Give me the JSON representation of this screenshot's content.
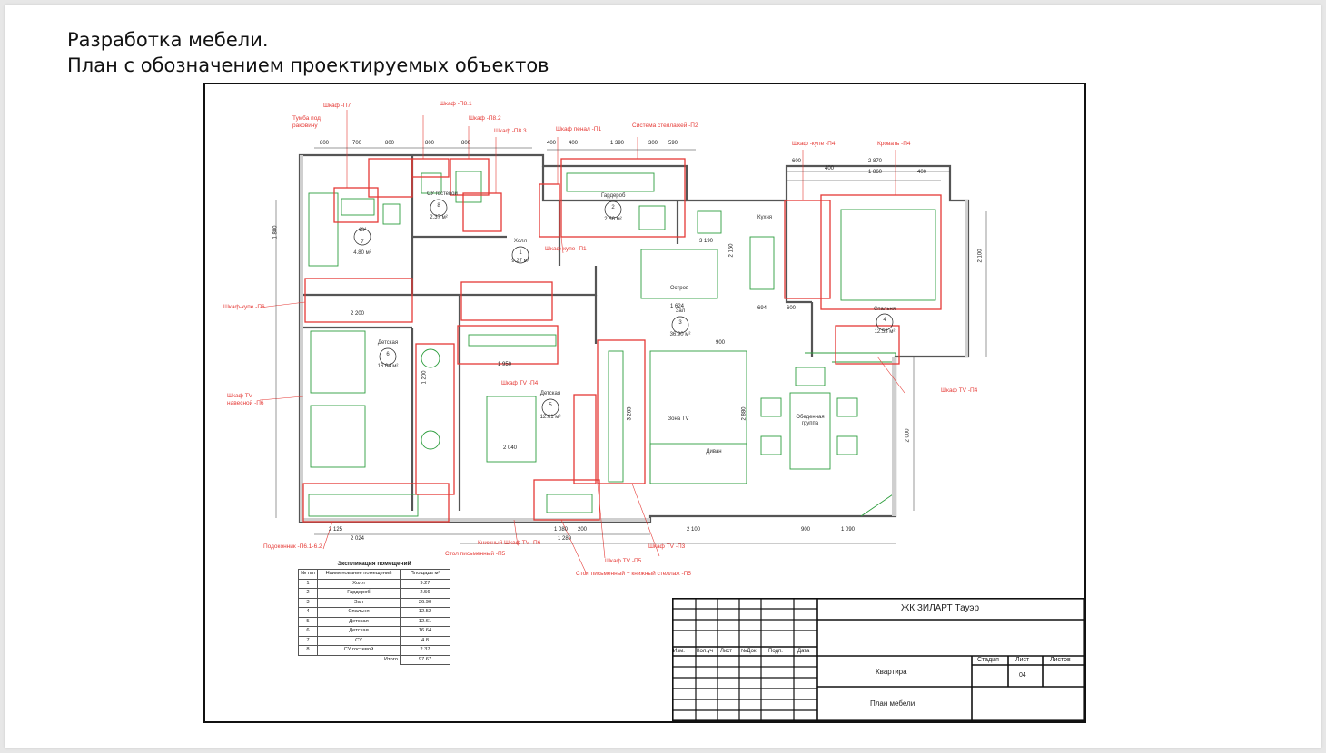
{
  "slide": {
    "title_line1": "Разработка мебели.",
    "title_line2": "План с обозначением проектируемых объектов"
  },
  "plan_labels": {
    "p7": "Шкаф -П7",
    "tumba": "Тумба под раковину",
    "p81": "Шкаф -П8.1",
    "p82": "Шкаф -П8.2",
    "p83": "Шкаф -П8.3",
    "penal": "Шкаф пенал -П1",
    "stellazh": "Система стеллажей -П2",
    "kupe_p4": "Шкаф -купе -П4",
    "krovat_p4": "Кровать -П4",
    "kupe_p1": "Шкаф-купе -П1",
    "kupe_p6": "Шкаф-купе -П6",
    "tv_p4_room": "Шкаф TV -П4",
    "tv_p4_right": "Шкаф TV -П4",
    "tv_navesnoy": "Шкаф TV навесной -П6",
    "podokonnik": "Подоконник -П6.1-6.2",
    "knizhny": "Книжный Шкаф TV -П6",
    "stol_pis": "Стол письменный -П5",
    "tv_p3": "Шкаф TV -П3",
    "tv_p5": "Шкаф TV -П5",
    "stol_knizh": "Стол письменный + книжный стеллаж -П5"
  },
  "rooms": {
    "r1_name": "Холл",
    "r1_num": "1",
    "r1_area": "9.27 м²",
    "r2_name": "Гардероб",
    "r2_num": "2",
    "r2_area": "2.56 м²",
    "r3_name": "Зал",
    "r3_num": "3",
    "r3_area": "36.90 м²",
    "r4_name": "Спальня",
    "r4_num": "4",
    "r4_area": "12.53 м²",
    "r5_name": "Детская",
    "r5_num": "5",
    "r5_area": "12.61 м²",
    "r6_name": "Детская",
    "r6_num": "6",
    "r6_area": "16.64 м²",
    "r7_name": "СУ",
    "r7_num": "7",
    "r7_area": "4.80 м²",
    "r8_name": "СУ гостевой",
    "r8_num": "8",
    "r8_area": "2.37 м²",
    "kuhnya": "Кухня",
    "ostrov": "Остров",
    "zona_tv": "Зона TV",
    "obed": "Обеденная группа",
    "divan": "Диван"
  },
  "dimensions": [
    "800",
    "700",
    "800",
    "800",
    "800",
    "400",
    "400",
    "1 390",
    "300",
    "590",
    "600",
    "400",
    "2 870",
    "1 860",
    "400",
    "2 200",
    "1 624",
    "3 190",
    "900",
    "2 100",
    "900",
    "1 090",
    "1 080",
    "200",
    "1 280",
    "2 125",
    "2 024",
    "1 950",
    "2 040",
    "2 150",
    "2 100",
    "2 000",
    "2 880",
    "3 265",
    "1 800",
    "1 200",
    "694",
    "600"
  ],
  "explication": {
    "title": "Экспликация помещений",
    "headers": [
      "№ п/п",
      "Наименование помещений",
      "Площадь м²"
    ],
    "rows": [
      [
        "1",
        "Холл",
        "9.27"
      ],
      [
        "2",
        "Гардероб",
        "2.56"
      ],
      [
        "3",
        "Зал",
        "36.90"
      ],
      [
        "4",
        "Спальня",
        "12.52"
      ],
      [
        "5",
        "Детская",
        "12.61"
      ],
      [
        "6",
        "Детская",
        "16.64"
      ],
      [
        "7",
        "СУ",
        "4.8"
      ],
      [
        "8",
        "СУ гостевой",
        "2.37"
      ]
    ],
    "total_label": "Итого",
    "total_value": "97.67"
  },
  "stamp": {
    "project": "ЖК ЗИЛАРТ Тауэр",
    "cols": [
      "Изм.",
      "Кол.уч",
      "Лист",
      "№Док.",
      "Подп.",
      "Дата"
    ],
    "stage": "Стадия",
    "sheet": "Лист",
    "sheets": "Листов",
    "sheet_no": "04",
    "object": "Квартира",
    "drawing": "План мебели"
  }
}
